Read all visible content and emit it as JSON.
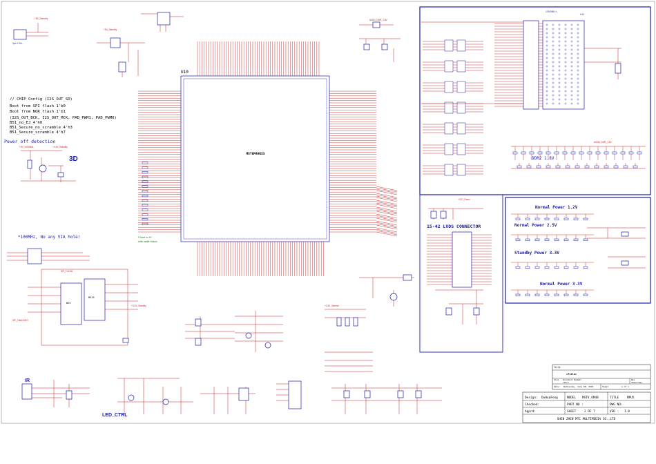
{
  "main_ic": {
    "ref": "U10",
    "part": "MST6M48RXS"
  },
  "chip_config": {
    "lines": [
      "// CHIP Config  (I2S_OUT_SD)",
      "Boot from SPI flash        1'b0",
      "Boot from NOR flash        1'b1",
      "(I2S_OUT_BCK, I2S_OUT_MCK, PAD_PWM1, PAD_PWM0)",
      "B51_no_EJ                  4'h0",
      "B51_Secure_no_scramble     4'h3",
      "B51_Secure_scramble        4'h7"
    ]
  },
  "labels": {
    "power_off": "Power off detection",
    "three_d": "3D",
    "via_note": "*100MHz, No any VIA hole!",
    "close_note_1": "Close to IC",
    "close_note_2": "with width trace",
    "lvds": "15-42 LVDS CONNECTOR",
    "ddr": "DDR2 1.8V",
    "ir": "IR",
    "led": "LED_CTRL"
  },
  "power_sections": [
    {
      "title": "Normal Power 1.2V"
    },
    {
      "title": "Normal Power 2.5V"
    },
    {
      "title": "Standby Power 3.3V"
    },
    {
      "title": "Normal Power 3.3V"
    }
  ],
  "nets": {
    "stby_5v": "+5V_Standby",
    "stby_33v": "+3.3V_Standby",
    "normal_33v": "+3.3V_Normal",
    "avdd_ddr": "AVDD_DDR_1.8V",
    "vcc_panel": "VCC_Panel",
    "spi_flash": "SPI_FLASH"
  },
  "title_block": {
    "design_label": "Design:",
    "design": "DuHuaFeng",
    "model_label": "MODEL",
    "model": "MSTV_6M48",
    "title_label": "TITLE",
    "title": "MPU5",
    "checked_label": "Checked:",
    "part_label": "PART NO :",
    "part": "",
    "dwg_label": "DWG NO:",
    "dwg": "",
    "approved_label": "Apprd:",
    "sheet_label": "SHEET",
    "sheet": "2 OF 7",
    "ver_label": "VER :",
    "ver": "1.0",
    "company": "SHEN ZHEN MTC MULTIMEDIA CO.,LTD"
  },
  "inner_title": {
    "title_label": "Title",
    "title": "<Title>",
    "size_label": "Size",
    "doc_label": "Document Number",
    "doc": "<Doc>",
    "rev_label": "Rev",
    "rev": "<RevCode>",
    "date_label": "Date:",
    "date": "Wednesday, June 08, 2010",
    "sheet_label": "Sheet",
    "sheet": "1  of  1"
  },
  "colors": {
    "wire": "#c81e1e",
    "border": "#1a1aa8",
    "text": "#000000"
  }
}
